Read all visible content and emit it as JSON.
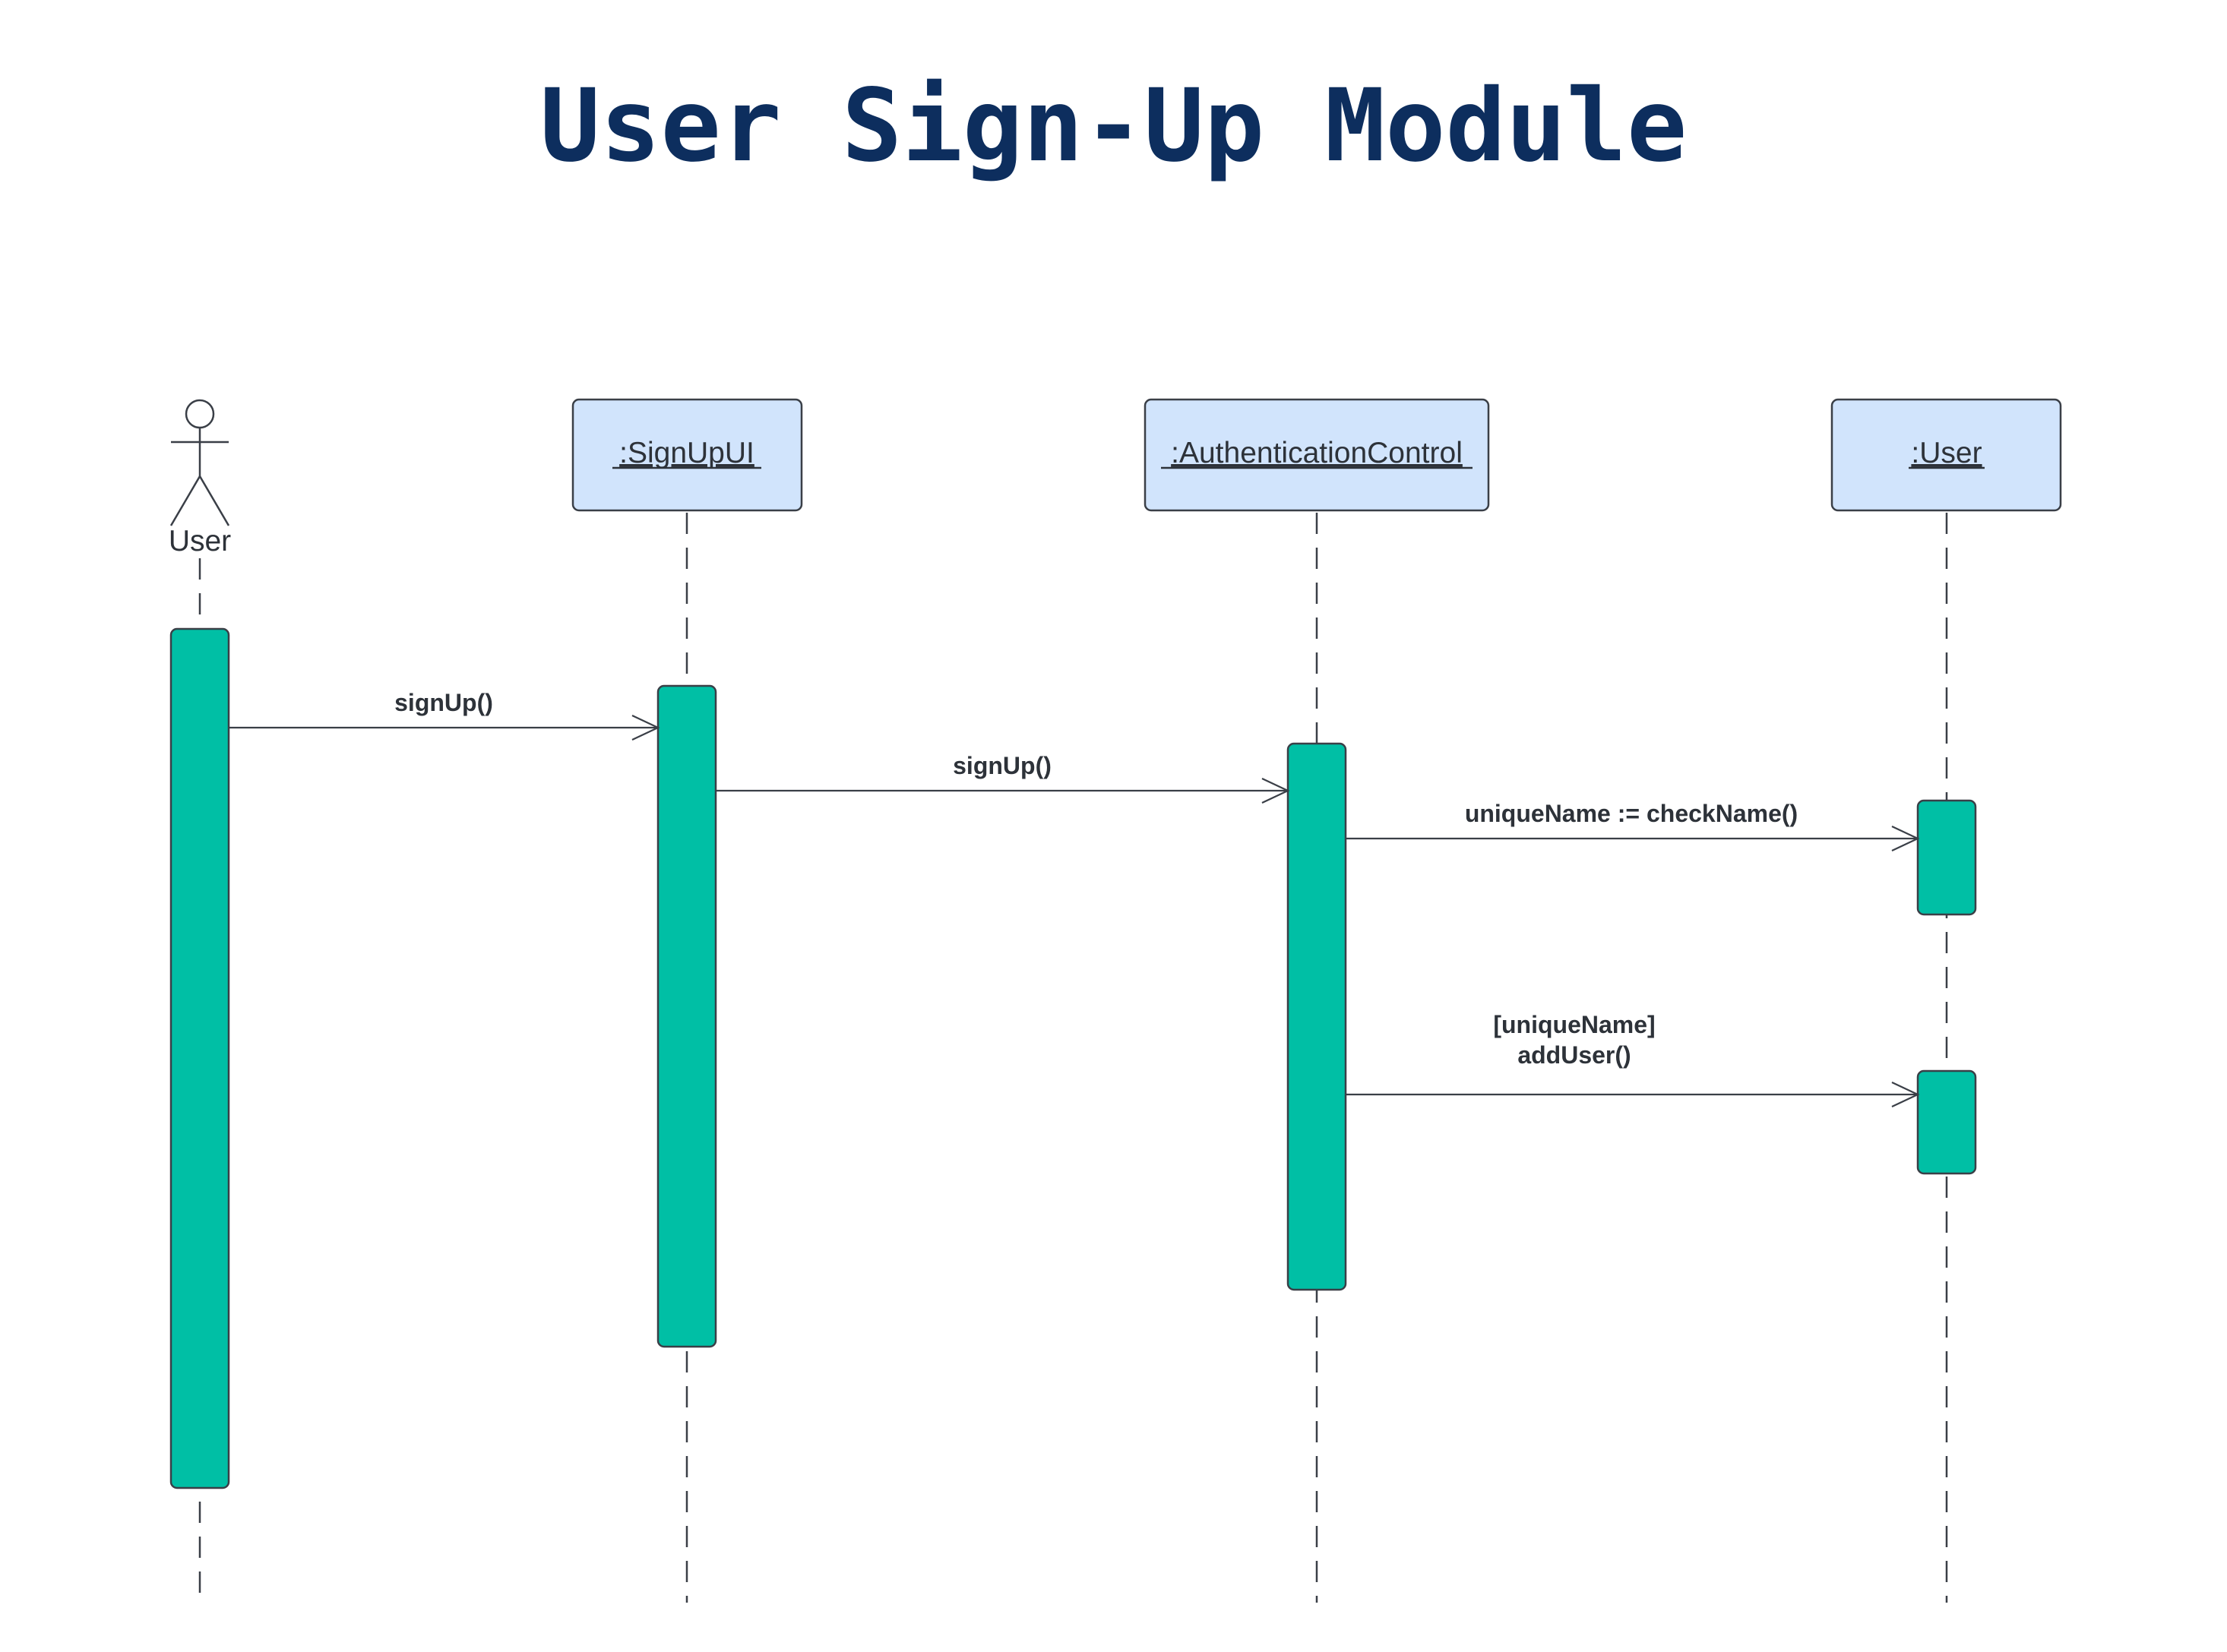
{
  "diagram": {
    "title": "User Sign-Up Module",
    "participants": [
      {
        "id": "user",
        "kind": "actor",
        "label": "User"
      },
      {
        "id": "signupui",
        "kind": "object",
        "label": ":SignUpUI"
      },
      {
        "id": "authcontrol",
        "kind": "object",
        "label": ":AuthenticationControl"
      },
      {
        "id": "userobj",
        "kind": "object",
        "label": ":User"
      }
    ],
    "messages": [
      {
        "from": "user",
        "to": "signupui",
        "lines": [
          "signUp()"
        ]
      },
      {
        "from": "signupui",
        "to": "authcontrol",
        "lines": [
          "signUp()"
        ]
      },
      {
        "from": "authcontrol",
        "to": "userobj",
        "lines": [
          "uniqueName := checkName()"
        ]
      },
      {
        "from": "authcontrol",
        "to": "userobj",
        "lines": [
          "[uniqueName]",
          "addUser()"
        ]
      }
    ],
    "colors": {
      "title": "#0d2e5e",
      "participant_fill": "#d1e4fc",
      "activation_fill": "#00bfa5",
      "line": "#3a3f47",
      "text": "#2d3239"
    }
  }
}
